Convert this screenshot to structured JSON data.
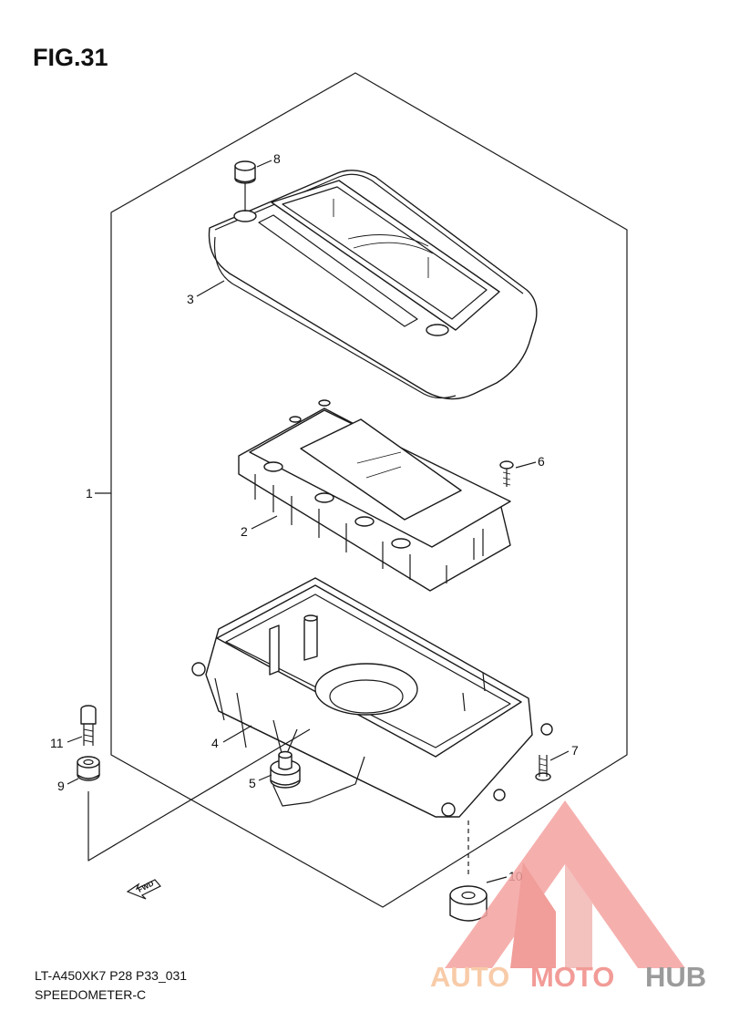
{
  "figure": {
    "title": "FIG.31",
    "code": "LT-A450XK7 P28 P33_031",
    "name": "SPEEDOMETER-C"
  },
  "callouts": [
    "1",
    "2",
    "3",
    "4",
    "5",
    "6",
    "7",
    "8",
    "9",
    "10",
    "11"
  ],
  "fwd_label": "FWD",
  "watermark": {
    "text_part1": "AUTO",
    "text_part2": "MOTO",
    "text_part3": "HUB",
    "color_part1": "#f7c29a",
    "color_part2": "#f08a85",
    "color_part3": "#8a8a8a"
  }
}
